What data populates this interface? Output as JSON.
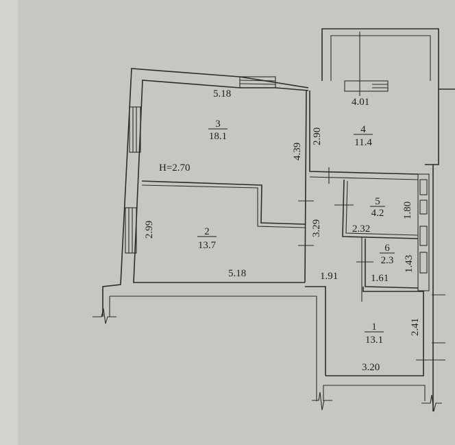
{
  "plan": {
    "ceiling_height": "H=2.70",
    "rooms": [
      {
        "number": "1",
        "area": "13.1"
      },
      {
        "number": "2",
        "area": "13.7"
      },
      {
        "number": "3",
        "area": "18.1"
      },
      {
        "number": "4",
        "area": "11.4"
      },
      {
        "number": "5",
        "area": "4.2"
      },
      {
        "number": "6",
        "area": "2.3"
      }
    ],
    "dimensions": {
      "room3_top": "5.18",
      "room3_right": "4.39",
      "room4_top": "4.01",
      "room4_left": "2.90",
      "room2_left": "2.99",
      "room2_bottom": "5.18",
      "corridor_side": "3.29",
      "corridor_bottom": "1.91",
      "room5_bottom": "2.32",
      "room5_right": "1.80",
      "room6_bottom": "1.61",
      "room6_right": "1.43",
      "room1_right": "2.41",
      "room1_bottom": "3.20"
    }
  }
}
